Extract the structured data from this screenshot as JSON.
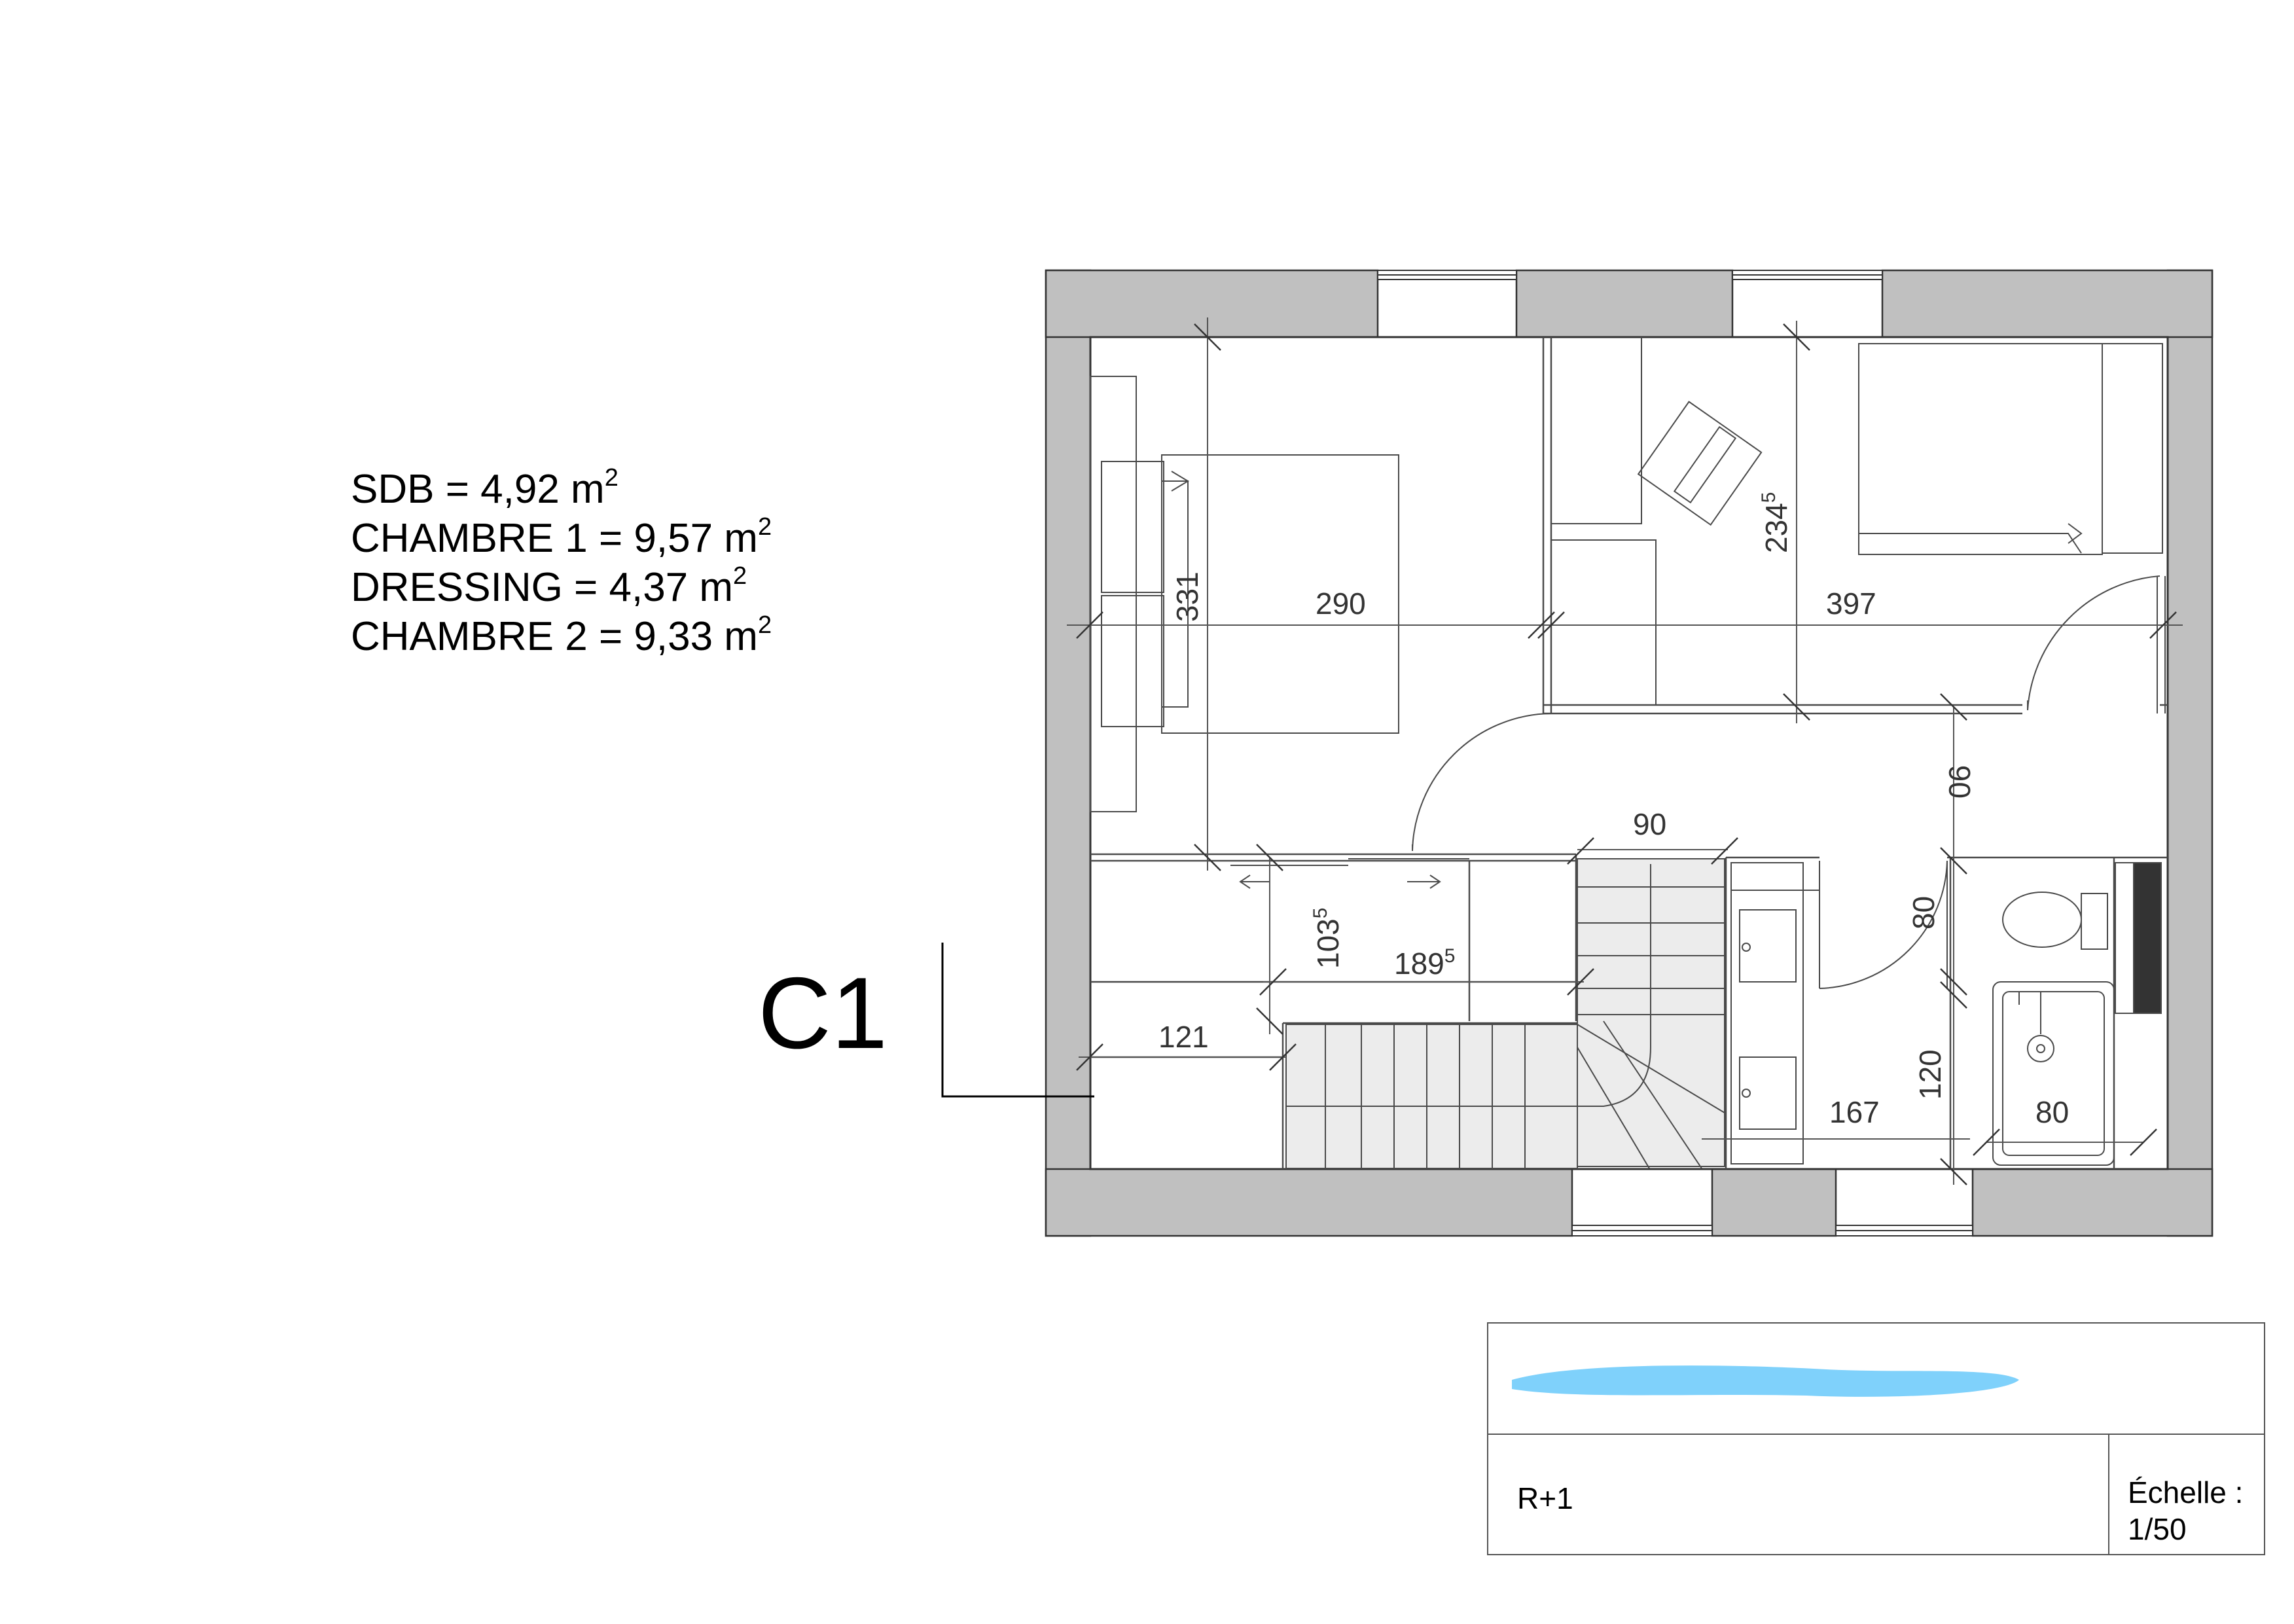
{
  "areas": [
    {
      "label": "SDB = 4,92 m",
      "exp": "2"
    },
    {
      "label": "CHAMBRE 1 = 9,57 m",
      "exp": "2"
    },
    {
      "label": "DRESSING = 4,37 m",
      "exp": "2"
    },
    {
      "label": "CHAMBRE 2 = 9,33 m",
      "exp": "2"
    }
  ],
  "section_label": "C1",
  "dimensions": {
    "d290": "290",
    "d331": "331",
    "d397": "397",
    "d234": "234",
    "d234_exp": "5",
    "d90_top": "90",
    "d06": "06",
    "d80_door": "80",
    "d103": "103",
    "d103_exp": "5",
    "d189": "189",
    "d189_exp": "5",
    "d121": "121",
    "d167": "167",
    "d120": "120",
    "d80_shower": "80"
  },
  "cartouche": {
    "level": "R+1",
    "scale_label": "Échelle :",
    "scale_value": "1/50"
  },
  "colors": {
    "wall": "#c0c0c0",
    "line": "#4a4a4a",
    "stair": "#ececec",
    "redaction": "#7fd1fb"
  }
}
